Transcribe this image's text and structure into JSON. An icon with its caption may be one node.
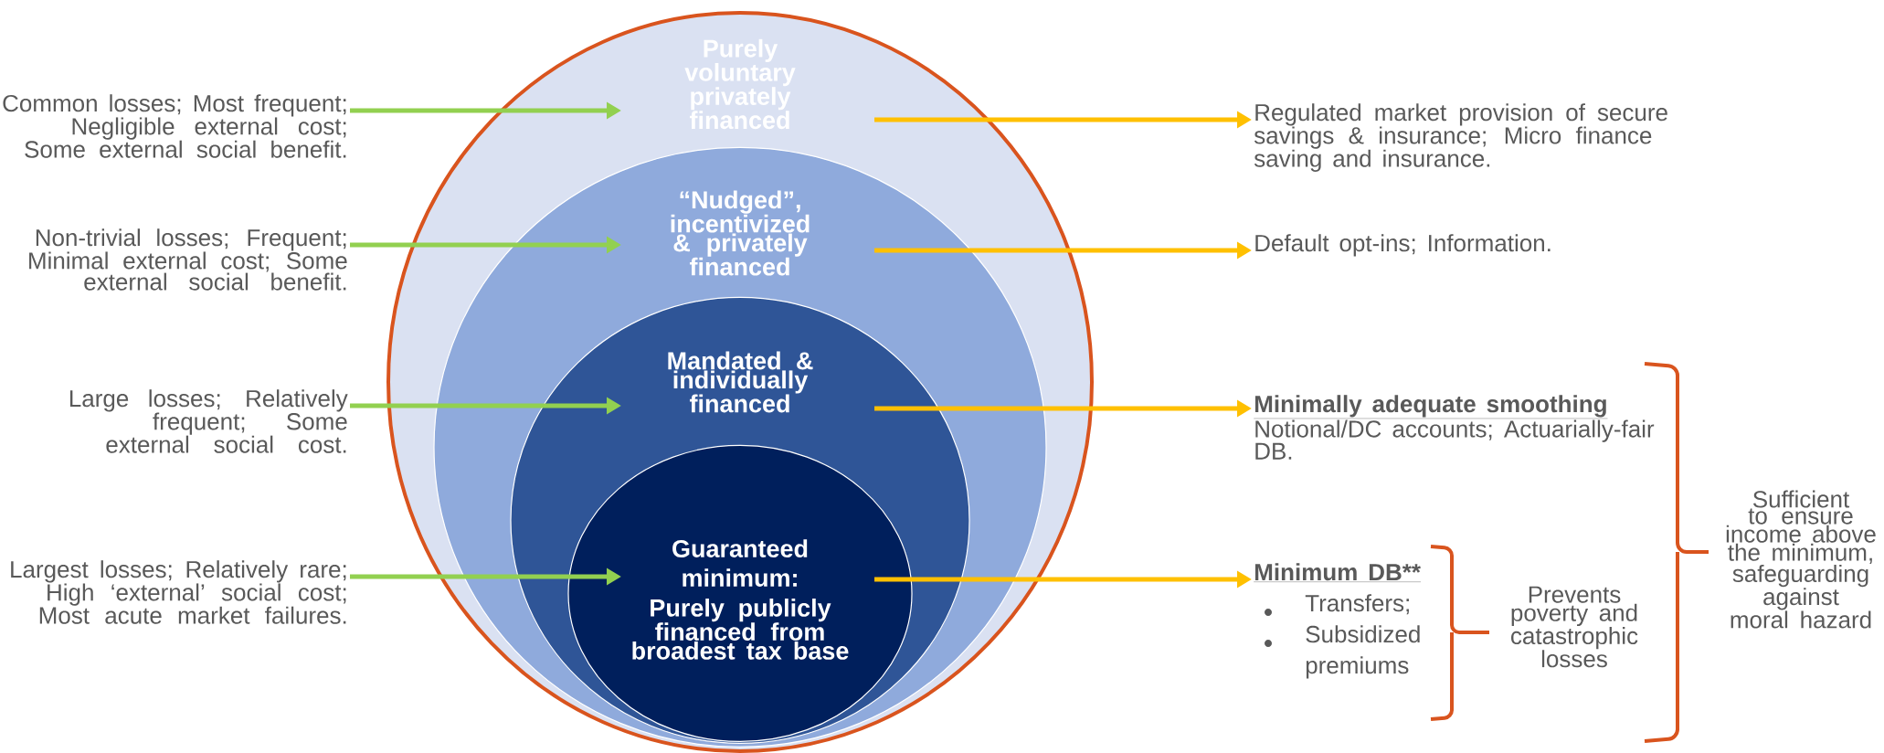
{
  "diagram": {
    "nodes": [
      {
        "text": [
          "Purely voluntary privately financed"
        ]
      },
      {
        "text": [
          "“Nudged”, incentivized & privately financed"
        ],
        "in": 0
      },
      {
        "text": [
          "Mandated & individually financed"
        ],
        "in": 1
      },
      {
        "text": [
          "Guaranteed minimum:",
          "Purely publicly financed from broadest tax base"
        ],
        "in": 2
      },
      {
        "text": [
          "Common losses; Most frequent; Negligible external cost; Some external social benefit."
        ]
      },
      {
        "text": [
          "Non-trivial losses; Frequent; Minimal external cost; Some external social benefit."
        ]
      },
      {
        "text": [
          "Large losses; Relatively frequent; Some external social cost."
        ]
      },
      {
        "text": [
          "Largest losses; Relatively rare; High ‘external’ social cost; Most acute market failures."
        ]
      },
      {
        "text": [
          "Regulated market provision of secure savings & insurance; Micro finance saving and insurance."
        ]
      },
      {
        "text": [
          "Default opt-ins; Information."
        ]
      },
      {
        "text": [
          "Minimally adequate smoothing",
          "Notional/DC accounts; Actuarially-fair DB."
        ]
      },
      {
        "text": [
          "Minimum DB**",
          "Transfers;",
          "Subsidized premiums"
        ]
      }
    ],
    "edges": [
      {
        "from": 4,
        "to": 0,
        "arrow": "to",
        "color": "#92d050"
      },
      {
        "from": 5,
        "to": 1,
        "arrow": "to",
        "color": "#92d050"
      },
      {
        "from": 6,
        "to": 2,
        "arrow": "to",
        "color": "#92d050"
      },
      {
        "from": 7,
        "to": 3,
        "arrow": "to",
        "color": "#92d050"
      },
      {
        "from": 0,
        "to": 8,
        "arrow": "to",
        "color": "#ffc000"
      },
      {
        "from": 1,
        "to": 9,
        "arrow": "to",
        "color": "#ffc000"
      },
      {
        "from": 2,
        "to": 10,
        "arrow": "to",
        "color": "#ffc000"
      },
      {
        "from": 3,
        "to": 11,
        "arrow": "to",
        "color": "#ffc000"
      }
    ],
    "labels": [
      "Prevents poverty and catastrophic losses",
      "Sufficient to ensure income above the minimum, safeguarding against moral hazard"
    ]
  }
}
